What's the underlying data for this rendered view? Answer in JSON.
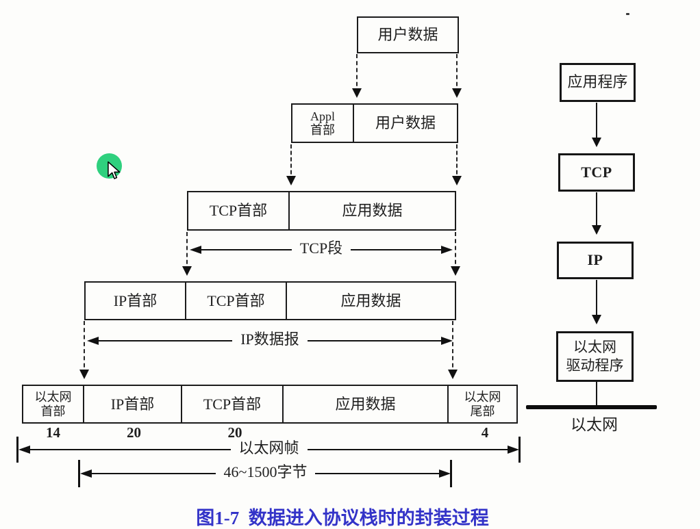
{
  "figure": {
    "caption": "图1-7  数据进入协议栈时的封装过程",
    "caption_color": "#3333c8"
  },
  "encapsulation": {
    "row1": {
      "user_data": "用户数据"
    },
    "row2": {
      "appl_header_l1": "Appl",
      "appl_header_l2": "首部",
      "user_data": "用户数据"
    },
    "row3": {
      "tcp_header": "TCP首部",
      "app_data": "应用数据",
      "measure_label": "TCP段"
    },
    "row4": {
      "ip_header": "IP首部",
      "tcp_header": "TCP首部",
      "app_data": "应用数据",
      "measure_label": "IP数据报"
    },
    "row5": {
      "eth_header_l1": "以太网",
      "eth_header_l2": "首部",
      "ip_header": "IP首部",
      "tcp_header": "TCP首部",
      "app_data": "应用数据",
      "eth_trailer_l1": "以太网",
      "eth_trailer_l2": "尾部",
      "size_eth_header": "14",
      "size_ip_header": "20",
      "size_tcp_header": "20",
      "size_eth_trailer": "4",
      "frame_measure_label": "以太网帧",
      "payload_measure_label": "46~1500字节"
    }
  },
  "protocol_stack": {
    "app_box": "应用程序",
    "tcp_box": "TCP",
    "ip_box": "IP",
    "driver_box_l1": "以太网",
    "driver_box_l2": "驱动程序",
    "bus_label": "以太网"
  },
  "pointer": {
    "highlight_color": "#2fd07e"
  }
}
